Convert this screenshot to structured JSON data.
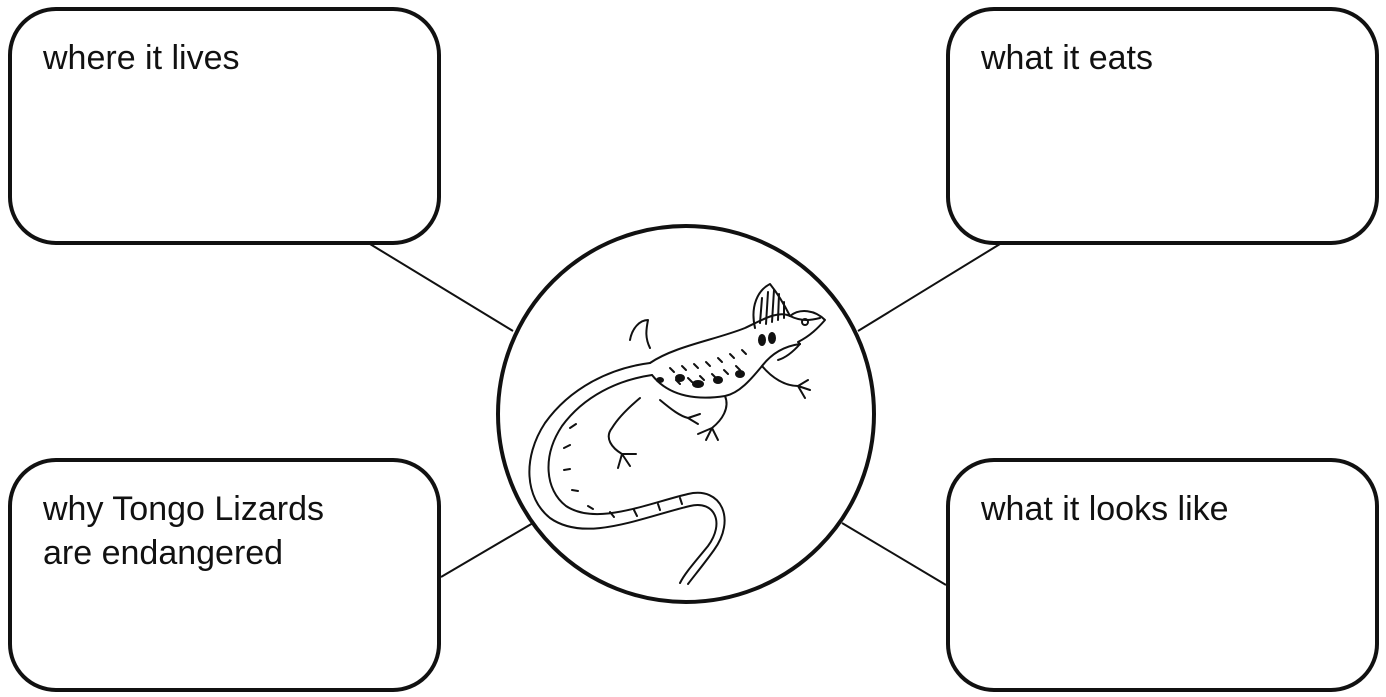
{
  "boxes": {
    "where_it_lives": "where it lives",
    "what_it_eats": "what it eats",
    "why_endangered": "why Tongo Lizards\nare endangered",
    "what_it_looks_like": "what it looks like"
  },
  "center": {
    "icon": "lizard-illustration"
  },
  "colors": {
    "stroke": "#111111",
    "background": "#ffffff"
  }
}
